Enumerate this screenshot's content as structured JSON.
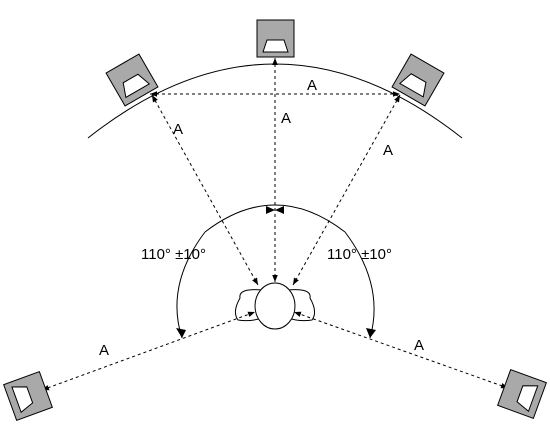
{
  "diagram": {
    "distance_label": "A",
    "angle_label_left": "110° ±10°",
    "angle_label_right": "110° ±10°"
  }
}
